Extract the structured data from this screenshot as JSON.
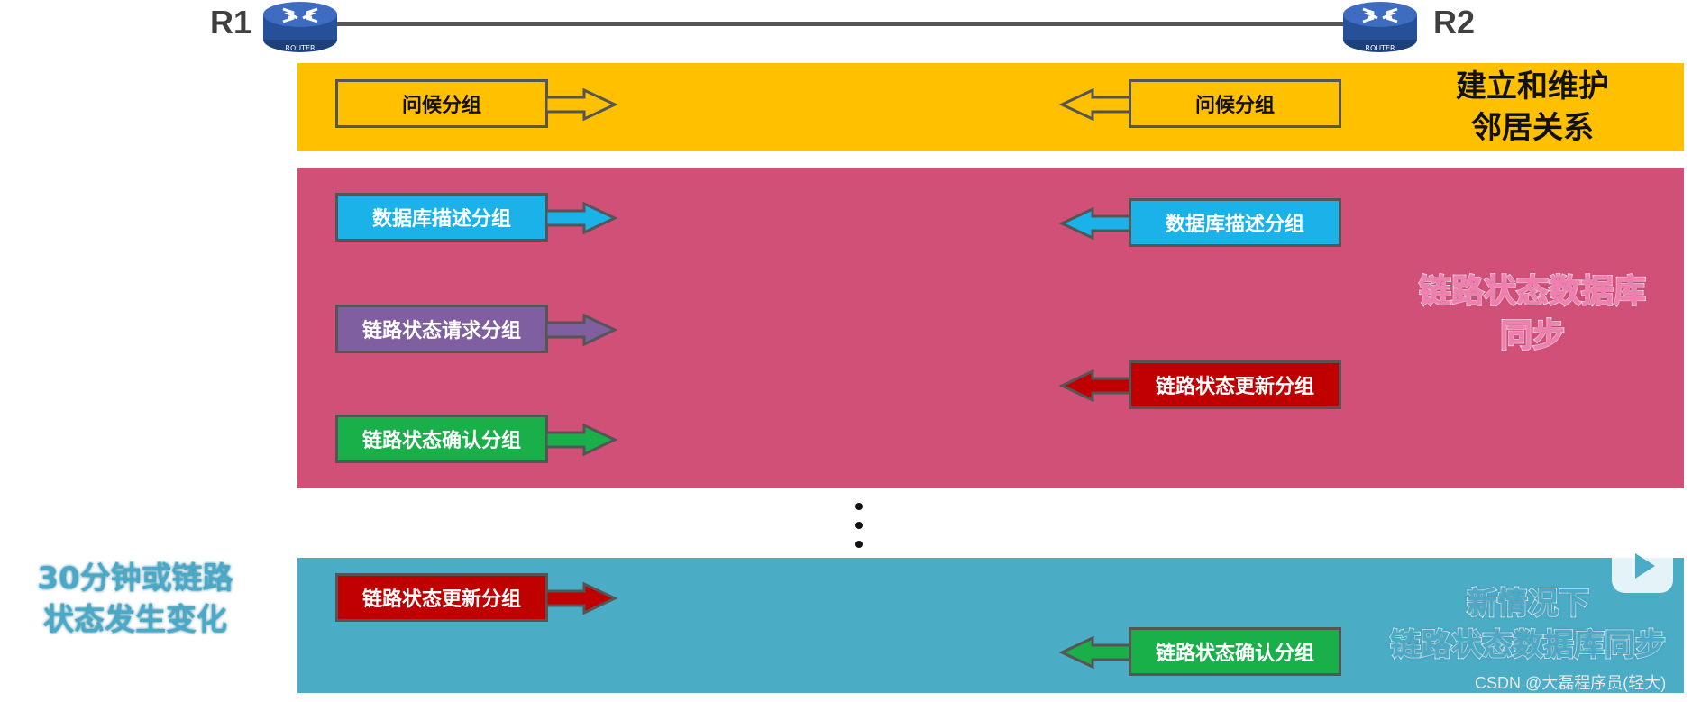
{
  "routers": {
    "r1": {
      "label": "R1",
      "badge": "ROUTER"
    },
    "r2": {
      "label": "R2",
      "badge": "ROUTER"
    }
  },
  "bands": {
    "hello": {
      "color": "#FFC000",
      "label_line1": "建立和维护",
      "label_line2": "邻居关系",
      "r1_packet": "问候分组",
      "r2_packet": "问候分组"
    },
    "sync": {
      "color": "#D05078",
      "label_line1": "链路状态数据库",
      "label_line2": "同步",
      "r1_packets": [
        "数据库描述分组",
        "链路状态请求分组",
        "链路状态确认分组"
      ],
      "r2_packets": [
        "数据库描述分组",
        "链路状态更新分组"
      ]
    },
    "update": {
      "color": "#4BACC6",
      "label_line1": "新情况下",
      "label_line2": "链路状态数据库同步",
      "r1_packet": "链路状态更新分组",
      "r2_packet": "链路状态确认分组"
    }
  },
  "trigger": {
    "line1": "30分钟或链路",
    "line2": "状态发生变化"
  },
  "colors": {
    "dbd": "#1AB2E8",
    "lsr": "#7F5F9F",
    "lsack": "#19B04A",
    "lsu": "#C00000"
  },
  "watermark": "CSDN @大磊程序员(轻大)"
}
